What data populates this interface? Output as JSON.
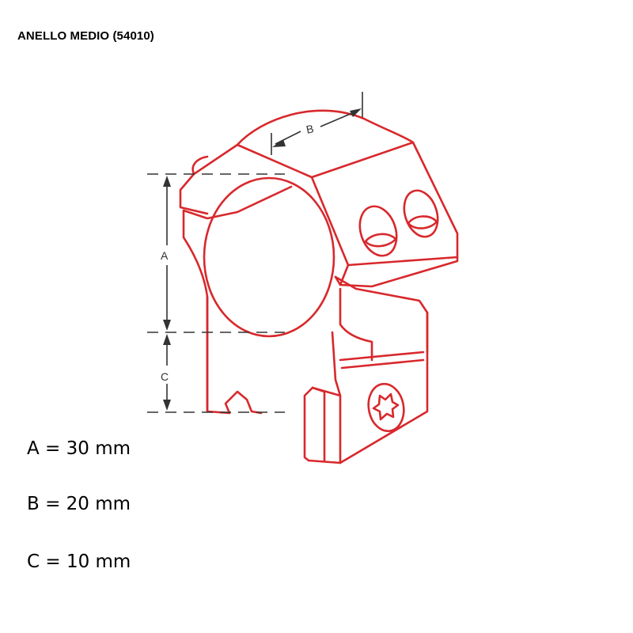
{
  "title": "ANELLO MEDIO (54010)",
  "labels": {
    "a": "A",
    "b": "B",
    "c": "C"
  },
  "dimensions": [
    {
      "key": "A",
      "text": "A = 30 mm"
    },
    {
      "key": "B",
      "text": "B = 20 mm"
    },
    {
      "key": "C",
      "text": "C = 10 mm"
    }
  ],
  "colors": {
    "outline": "#d8282c",
    "dimension": "#333333",
    "text": "#000000"
  }
}
